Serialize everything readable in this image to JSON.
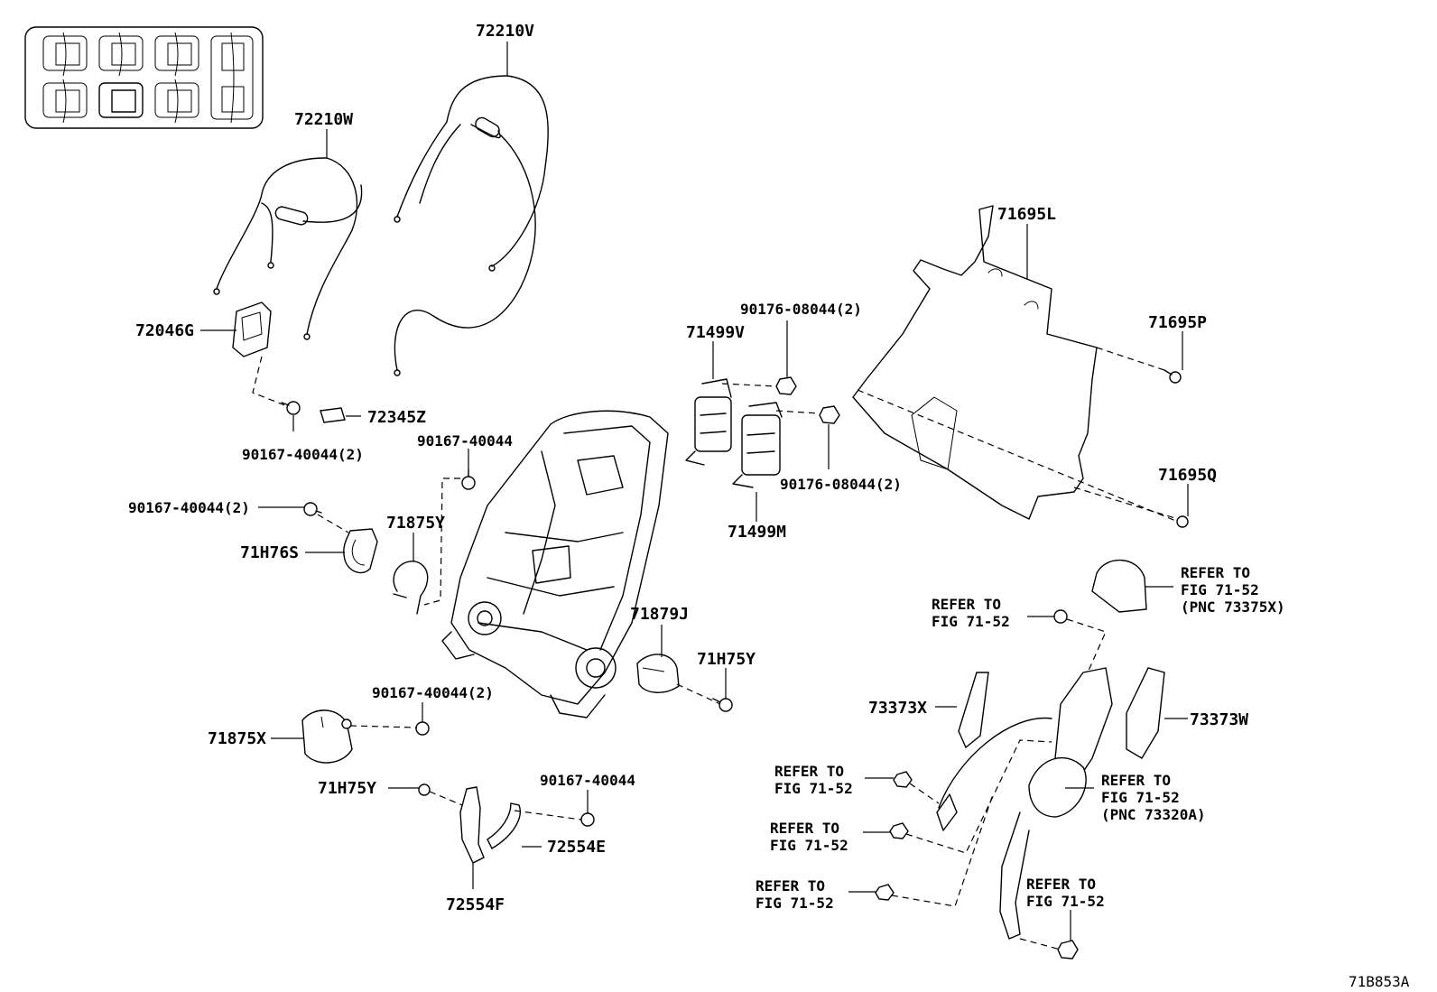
{
  "diagram_code": "71B853A",
  "refer_label": {
    "line1": "REFER TO",
    "line2": "FIG 71-52",
    "pnc_73375x": "(PNC 73375X)",
    "pnc_73320a": "(PNC 73320A)"
  },
  "parts": {
    "p72210V": "72210V",
    "p72210W": "72210W",
    "p72046G": "72046G",
    "p72345Z": "72345Z",
    "p90167_40044_2_a": "90167-40044(2)",
    "p90167_40044_a": "90167-40044",
    "p90167_40044_2_b": "90167-40044(2)",
    "p71H76S": "71H76S",
    "p71875Y": "71875Y",
    "p90176_08044_2_a": "90176-08044(2)",
    "p71499V": "71499V",
    "p90176_08044_2_b": "90176-08044(2)",
    "p71499M": "71499M",
    "p71695L": "71695L",
    "p71695P": "71695P",
    "p71695Q": "71695Q",
    "p71879J": "71879J",
    "p71H75Y_a": "71H75Y",
    "p90167_40044_2_c": "90167-40044(2)",
    "p71875X": "71875X",
    "p71H75Y_b": "71H75Y",
    "p90167_40044_b": "90167-40044",
    "p72554E": "72554E",
    "p72554F": "72554F",
    "p73373X": "73373X",
    "p73373W": "73373W"
  }
}
